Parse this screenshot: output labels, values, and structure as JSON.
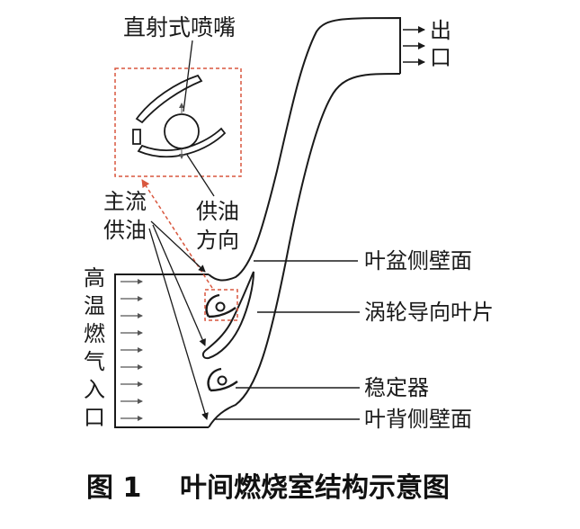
{
  "labels": {
    "nozzle": "直射式喷嘴",
    "outlet_1": "出",
    "outlet_2": "口",
    "main_flow_1": "主流",
    "main_flow_2": "供油",
    "oil_dir_1": "供油",
    "oil_dir_2": "方向",
    "inlet_chars": [
      "高",
      "温",
      "燃",
      "气",
      "入",
      "口"
    ],
    "pressure_wall": "叶盆侧壁面",
    "turbine_vane": "涡轮导向叶片",
    "stabilizer": "稳定器",
    "suction_wall": "叶背侧壁面"
  },
  "caption": {
    "number": "图 1",
    "title": "叶间燃烧室结构示意图"
  },
  "colors": {
    "line": "#1a1a1a",
    "dashed_box": "#d9573e",
    "arrow_gray": "#555555"
  }
}
